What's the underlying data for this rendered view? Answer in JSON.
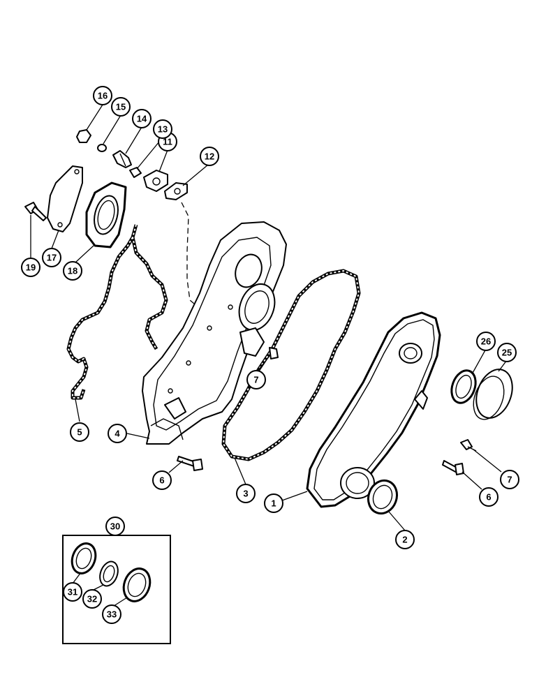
{
  "callouts": [
    {
      "id": "c1",
      "label": "1"
    },
    {
      "id": "c2",
      "label": "2"
    },
    {
      "id": "c3",
      "label": "3"
    },
    {
      "id": "c4",
      "label": "4"
    },
    {
      "id": "c5",
      "label": "5"
    },
    {
      "id": "c6a",
      "label": "6"
    },
    {
      "id": "c6b",
      "label": "6"
    },
    {
      "id": "c7a",
      "label": "7"
    },
    {
      "id": "c7b",
      "label": "7"
    },
    {
      "id": "c11",
      "label": "11"
    },
    {
      "id": "c12",
      "label": "12"
    },
    {
      "id": "c13",
      "label": "13"
    },
    {
      "id": "c14",
      "label": "14"
    },
    {
      "id": "c15",
      "label": "15"
    },
    {
      "id": "c16",
      "label": "16"
    },
    {
      "id": "c17",
      "label": "17"
    },
    {
      "id": "c18",
      "label": "18"
    },
    {
      "id": "c19",
      "label": "19"
    },
    {
      "id": "c25",
      "label": "25"
    },
    {
      "id": "c26",
      "label": "26"
    },
    {
      "id": "c30",
      "label": "30"
    },
    {
      "id": "c31",
      "label": "31"
    },
    {
      "id": "c32",
      "label": "32"
    },
    {
      "id": "c33",
      "label": "33"
    }
  ]
}
